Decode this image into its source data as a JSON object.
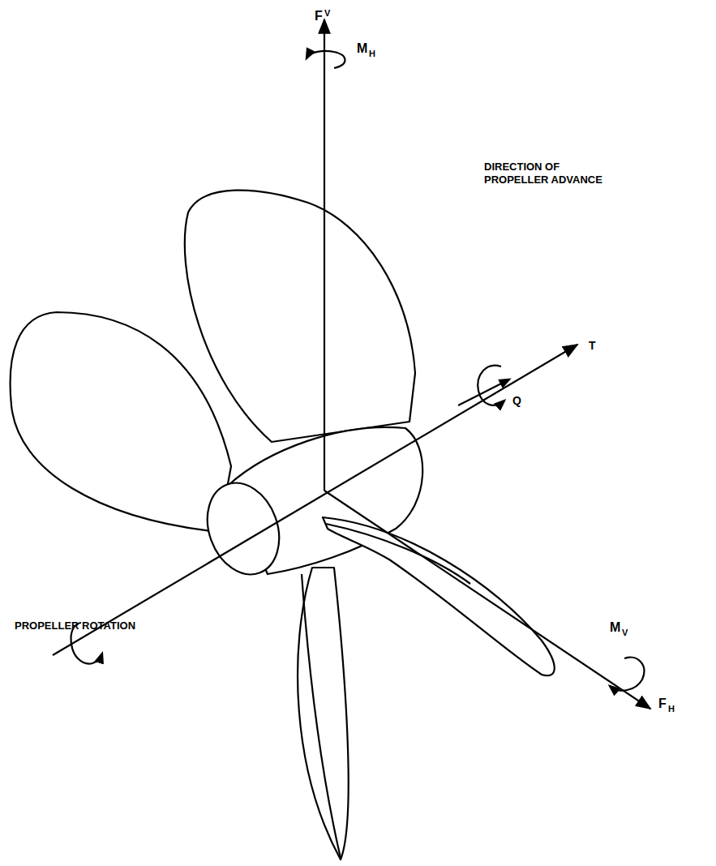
{
  "diagram": {
    "labels": [
      "F",
      "V",
      "M",
      "H",
      "DIRECTION OF PROPELLER ADVANCE",
      "T",
      "Q",
      "M",
      "V",
      "F",
      "H",
      "PROPELLER ROTATION"
    ]
  }
}
